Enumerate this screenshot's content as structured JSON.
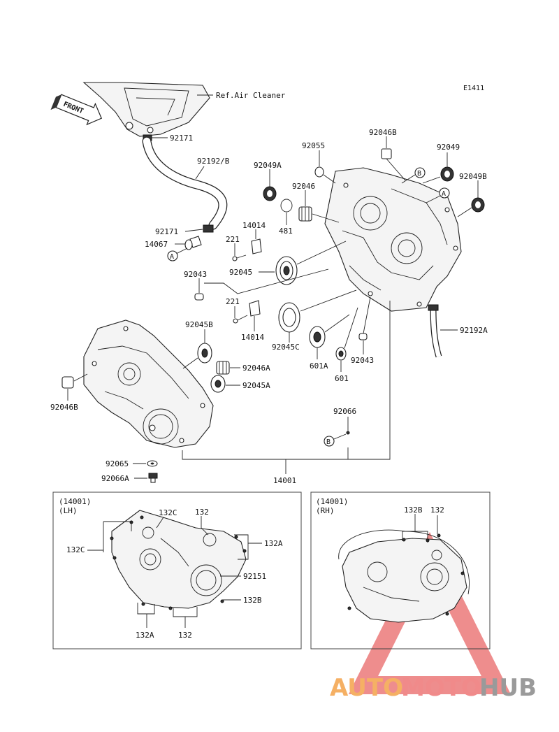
{
  "diagram_code": "E1411",
  "front_label": "FRONT",
  "ref_label": "Ref.Air Cleaner",
  "parts": {
    "p92171_top": "92171",
    "p92192B": "92192/B",
    "p92171_mid": "92171",
    "p14067": "14067",
    "p92055": "92055",
    "p92046B_top": "92046B",
    "p92049": "92049",
    "p92049A": "92049A",
    "p92046": "92046",
    "p92049B": "92049B",
    "p481": "481",
    "p14014_top": "14014",
    "p221_top": "221",
    "p92045": "92045",
    "p92043_left": "92043",
    "p221_bot": "221",
    "p14014_bot": "14014",
    "p92045B": "92045B",
    "p92045C": "92045C",
    "p601A": "601A",
    "p92043_right": "92043",
    "p601": "601",
    "p92192A": "92192A",
    "p92046A": "92046A",
    "p92045A": "92045A",
    "p92046B_left": "92046B",
    "p92066": "92066",
    "p92065": "92065",
    "p92066A": "92066A",
    "p14001": "14001"
  },
  "callouts": {
    "a1": "A",
    "a2": "A",
    "b1": "B",
    "b2": "B"
  },
  "lh_box": {
    "title_code": "(14001)",
    "title_side": "(LH)",
    "labels": {
      "l132C_top": "132C",
      "l132_top": "132",
      "l132C_left": "132C",
      "l132A_right": "132A",
      "l92151": "92151",
      "l132B": "132B",
      "l132A_bot": "132A",
      "l132_bot": "132"
    }
  },
  "rh_box": {
    "title_code": "(14001)",
    "title_side": "(RH)",
    "labels": {
      "r132B": "132B",
      "r132": "132"
    }
  },
  "watermark": {
    "part1": "AUTO",
    "part2": "MOTO",
    "part3": "HUB"
  }
}
